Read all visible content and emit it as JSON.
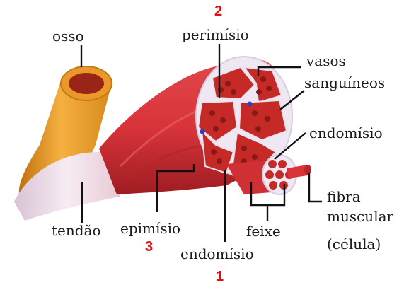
{
  "labels": {
    "osso": "osso",
    "perimisio": "perimísio",
    "vasos_line1": "vasos",
    "vasos_line2": "sanguíneos",
    "endomisio_right": "endomísio",
    "fibra_line1": "fibra",
    "fibra_line2": "muscular",
    "fibra_line3": "(célula)",
    "feixe": "feixe",
    "endomisio_bottom": "endomísio",
    "epimisio": "epimísio",
    "tendao": "tendão"
  },
  "markers": {
    "perimisio_number": "2",
    "epimisio_number": "3",
    "endomisio_number": "1"
  },
  "colors": {
    "muscle": "#d8343a",
    "muscle_dark": "#a81f24",
    "bone": "#f0a230",
    "bone_marrow": "#9a2418",
    "tendon": "#f3e6ef",
    "fascicle_fill": "#c62a27",
    "fascicle_border": "#e9e1ef",
    "vessel": "#2e3fd0",
    "marker": "#e01010"
  }
}
